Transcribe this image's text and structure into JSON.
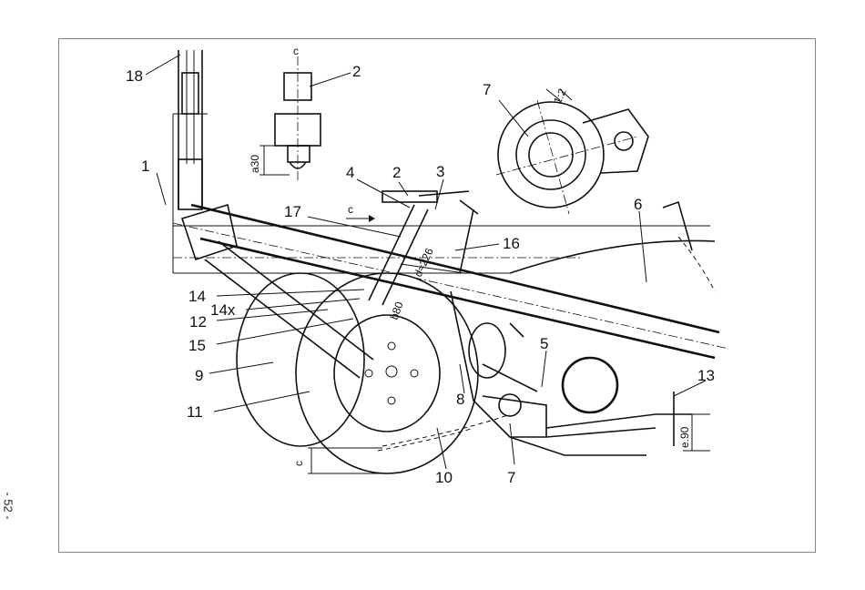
{
  "page_number": "- 52 -",
  "callouts": {
    "n1": "1",
    "n2a": "2",
    "n2b": "2",
    "n3": "3",
    "n4": "4",
    "n5": "5",
    "n6": "6",
    "n7a": "7",
    "n7b": "7",
    "n8": "8",
    "n9": "9",
    "n10": "10",
    "n11": "11",
    "n12": "12",
    "n13": "13",
    "n14": "14",
    "n14x": "14x",
    "n15": "15",
    "n16": "16",
    "n17": "17",
    "n18": "18"
  },
  "dimensions": {
    "c_top": "c",
    "c_arrow": "c",
    "c_bottom": "c",
    "a30": "a30",
    "d226": "d≈226",
    "b80": "b80",
    "e90": "e.90",
    "ratio": "1:2"
  }
}
